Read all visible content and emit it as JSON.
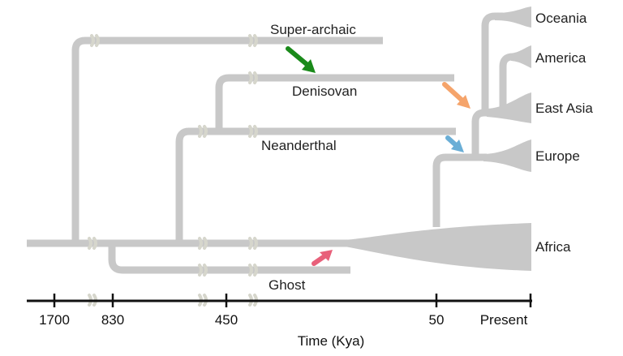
{
  "populations": [
    {
      "id": "super-archaic",
      "label": "Super-archaic"
    },
    {
      "id": "denisovan",
      "label": "Denisovan"
    },
    {
      "id": "neanderthal",
      "label": "Neanderthal"
    },
    {
      "id": "ghost",
      "label": "Ghost"
    },
    {
      "id": "oceania",
      "label": "Oceania"
    },
    {
      "id": "america",
      "label": "America"
    },
    {
      "id": "east-asia",
      "label": "East Asia"
    },
    {
      "id": "europe",
      "label": "Europe"
    },
    {
      "id": "africa",
      "label": "Africa"
    }
  ],
  "gene_flow": [
    {
      "from": "super-archaic",
      "to": "denisovan",
      "color": "#1a8a1a"
    },
    {
      "from": "denisovan",
      "to": "oceania",
      "color": "#f5a46b"
    },
    {
      "from": "neanderthal",
      "to": "eurasian",
      "color": "#6aaed6"
    },
    {
      "from": "ghost",
      "to": "africa",
      "color": "#e8607a"
    }
  ],
  "axis": {
    "title": "Time (Kya)",
    "ticks": [
      "1700",
      "830",
      "450",
      "50",
      "Present"
    ]
  },
  "colors": {
    "branch": "#c8c8c8",
    "axis": "#111111"
  }
}
